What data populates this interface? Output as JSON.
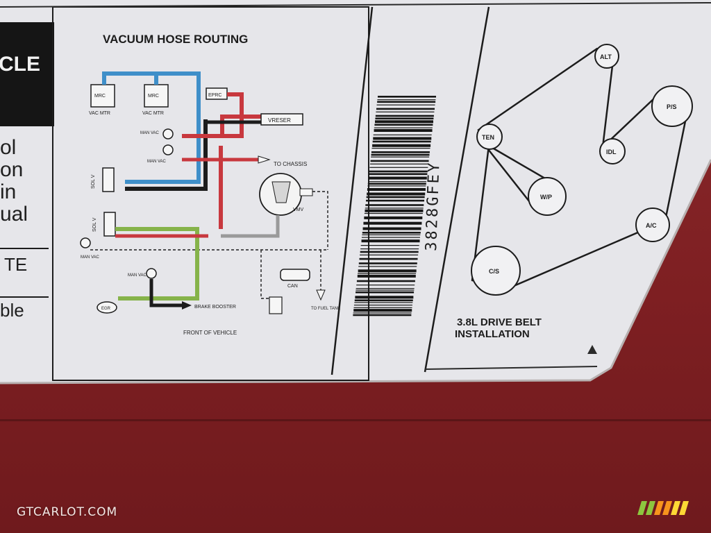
{
  "left_fragment": {
    "header_fragment": "CLE",
    "header_fragment2": "",
    "lines": [
      "ol",
      "on",
      "in",
      "ual"
    ],
    "mid_label": "TE",
    "bottom_label": "ble"
  },
  "vacuum": {
    "title": "VACUUM HOSE ROUTING",
    "labels": {
      "mrc1": "MRC",
      "mrc2": "MRC",
      "vacmtr1": "VAC MTR",
      "vacmtr2": "VAC MTR",
      "eprc": "EPRC",
      "vreser": "VRESER",
      "manvac1": "MAN VAC",
      "manvac2": "MAN VAC",
      "manvac3": "MAN VAC",
      "manvac4": "MAN VAC",
      "to_chassis": "TO CHASSIS",
      "vmv": "VMV",
      "can": "CAN",
      "brake_booster": "BRAKE BOOSTER",
      "to_fuel_tank": "TO FUEL TANK",
      "egr": "EGR",
      "sol_v1": "SOL V",
      "sol_v2": "SOL V",
      "front": "FRONT OF VEHICLE"
    }
  },
  "barcode": {
    "code": "3828GFEY"
  },
  "belt": {
    "title_line1": "3.8L DRIVE BELT",
    "title_line2": "INSTALLATION",
    "pulleys": {
      "alt": "ALT",
      "ps": "P/S",
      "ten": "TEN",
      "idl": "IDL",
      "wp": "W/P",
      "ac": "A/C",
      "cs": "C/S"
    }
  },
  "watermark": {
    "text": "GTCARLOT.COM"
  },
  "colors": {
    "paint_red": "#7e1f22",
    "label_white": "#e9e9ec",
    "hose_blue": "#3f8fc9",
    "hose_red": "#c8383e",
    "hose_green": "#86b34a",
    "hose_black": "#1c1c1c"
  }
}
